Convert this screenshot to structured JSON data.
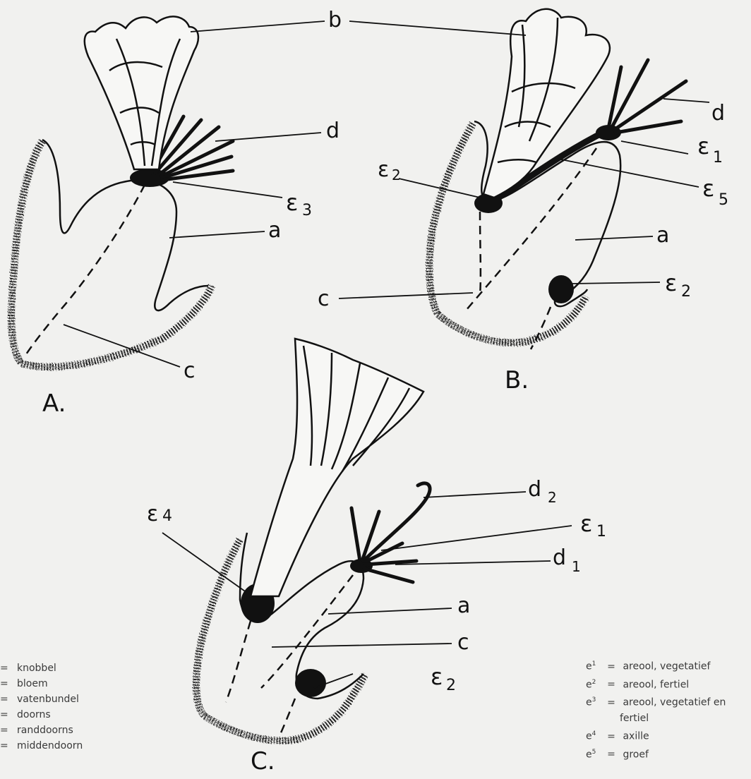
{
  "labels": {
    "b": "b",
    "d": "d",
    "e1": "ε",
    "e1_sub": "1",
    "e2": "ε",
    "e2_sub": "2",
    "e3": "ε",
    "e3_sub": "3",
    "e4": "ε",
    "e4_sub": "4",
    "e5": "ε",
    "e5_sub": "5",
    "a": "a",
    "c": "c",
    "d1": "d",
    "d1_sub": "1",
    "d2": "d",
    "d2_sub": "2"
  },
  "figures": {
    "A": "A.",
    "B": "B.",
    "C": "C."
  },
  "legend_left": [
    {
      "eq": "=",
      "text": "knobbel"
    },
    {
      "eq": "=",
      "text": "bloem"
    },
    {
      "eq": "=",
      "text": "vatenbundel"
    },
    {
      "eq": "=",
      "text": "doorns"
    },
    {
      "eq": "=",
      "text": "randdoorns"
    },
    {
      "eq": "=",
      "text": "middendoorn"
    }
  ],
  "legend_right": [
    {
      "key": "e",
      "sup": "1",
      "eq": "=",
      "text": "areool, vegetatief"
    },
    {
      "key": "e",
      "sup": "2",
      "eq": "=",
      "text": "areool, fertiel"
    },
    {
      "key": "e",
      "sup": "3",
      "eq": "=",
      "text": "areool, vegetatief en"
    },
    {
      "key": "",
      "sup": "",
      "eq": "",
      "text": "fertiel"
    },
    {
      "key": "e",
      "sup": "4",
      "eq": "=",
      "text": "axille"
    },
    {
      "key": "e",
      "sup": "5",
      "eq": "=",
      "text": "groef"
    }
  ]
}
